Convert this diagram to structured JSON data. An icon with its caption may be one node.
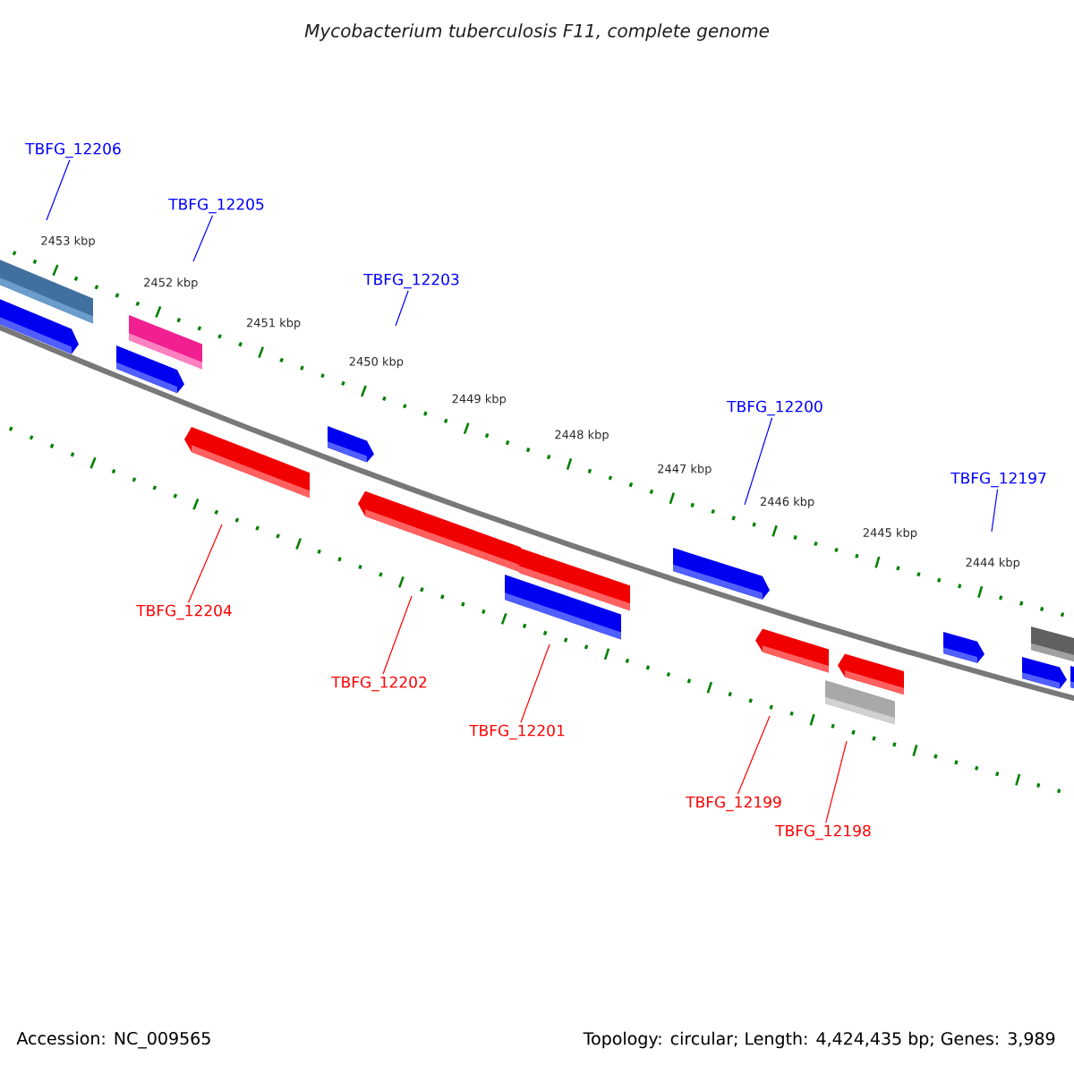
{
  "diagram": {
    "title": "Mycobacterium tuberculosis F11, complete genome",
    "nodes": [
      {
        "text": [
          "TBFG_12206"
        ]
      },
      {
        "text": [
          "TBFG_12205"
        ]
      },
      {
        "text": [
          "TBFG_12203"
        ]
      },
      {
        "text": [
          "TBFG_12200"
        ]
      },
      {
        "text": [
          "TBFG_12197"
        ]
      },
      {
        "text": [
          "TBFG_12204"
        ]
      },
      {
        "text": [
          "TBFG_12202"
        ]
      },
      {
        "text": [
          "TBFG_12201"
        ]
      },
      {
        "text": [
          "TBFG_12199"
        ]
      },
      {
        "text": [
          "TBFG_12198"
        ]
      }
    ],
    "edges": [
      {
        "from": 0,
        "to": null,
        "arrow": "none"
      },
      {
        "from": 1,
        "to": null,
        "arrow": "none"
      },
      {
        "from": 2,
        "to": null,
        "arrow": "none"
      },
      {
        "from": 3,
        "to": null,
        "arrow": "none"
      },
      {
        "from": 4,
        "to": null,
        "arrow": "none"
      },
      {
        "from": 5,
        "to": null,
        "arrow": "none",
        "color": "#ff0000"
      },
      {
        "from": 6,
        "to": null,
        "arrow": "none",
        "color": "#ff0000"
      },
      {
        "from": 7,
        "to": null,
        "arrow": "none",
        "color": "#ff0000"
      },
      {
        "from": 8,
        "to": null,
        "arrow": "none",
        "color": "#ff0000"
      },
      {
        "from": 9,
        "to": null,
        "arrow": "none",
        "color": "#ff0000"
      }
    ],
    "labels": [
      "2453 kbp",
      "2452 kbp",
      "2451 kbp",
      "2450 kbp",
      "2449 kbp",
      "2448 kbp",
      "2447 kbp",
      "2446 kbp",
      "2445 kbp",
      "2444 kbp",
      "Accession: NC_009565",
      "Topology: circular; Length: 4,424,435 bp; Genes: 3,989"
    ]
  }
}
